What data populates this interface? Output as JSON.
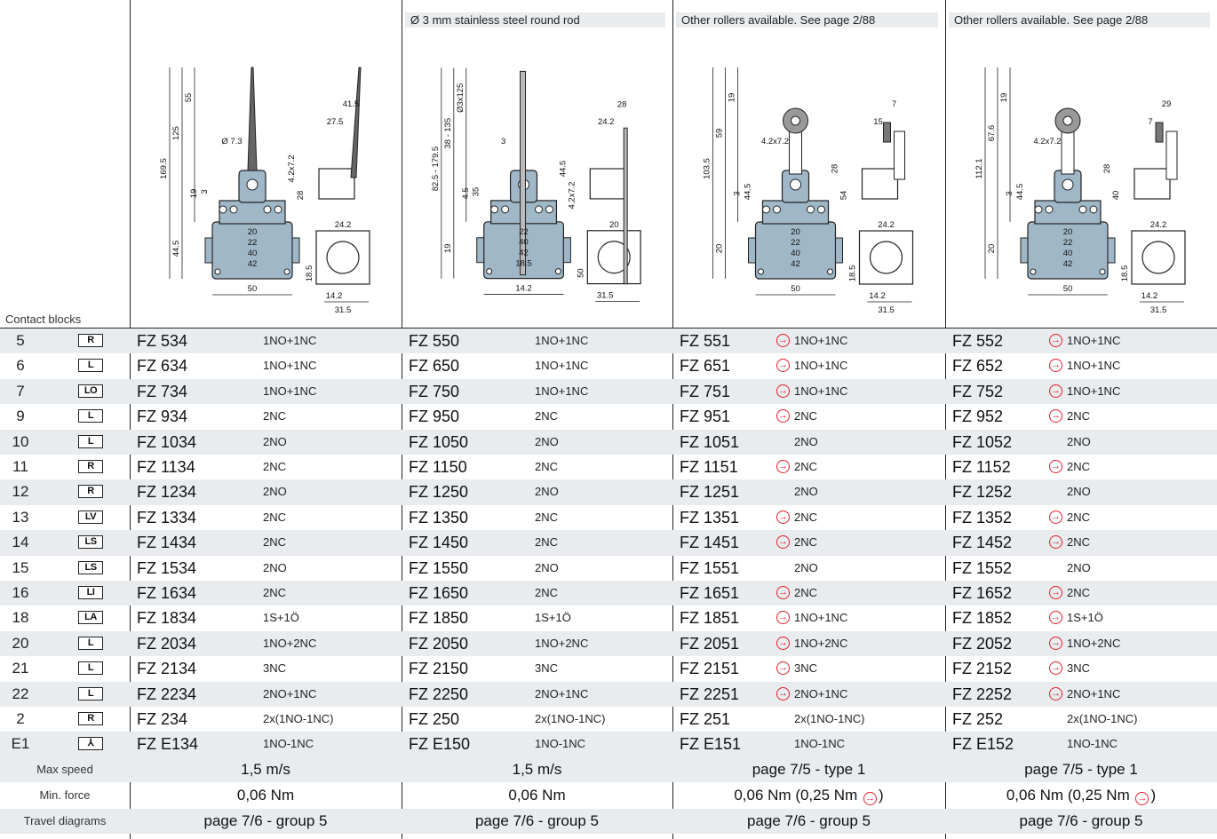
{
  "header": {
    "contact_blocks_label": "Contact blocks",
    "notes": [
      "",
      "Ø 3 mm stainless steel round rod",
      "Other rollers available. See page 2/88",
      "Other rollers available. See page 2/88"
    ]
  },
  "drawings": [
    {
      "name": "spring-rod-actuator",
      "dims": [
        "169.5",
        "125",
        "55",
        "19",
        "3",
        "44.5",
        "Ø 7.3",
        "4.2x7.2",
        "28",
        "41.5",
        "27.5",
        "24.2",
        "20",
        "22",
        "40",
        "42",
        "18.5",
        "50",
        "14.2",
        "31.5"
      ]
    },
    {
      "name": "round-rod-lever",
      "dims": [
        "82.5 - 179.5",
        "38 - 135",
        "Ø3x125",
        "4.5",
        "35",
        "19",
        "3",
        "44.5",
        "4.2x7.2",
        "28",
        "24.2",
        "20",
        "22",
        "40",
        "42",
        "18.5",
        "50",
        "14.2",
        "31.5"
      ]
    },
    {
      "name": "roller-lever-adjustable",
      "dims": [
        "103.5",
        "59",
        "19",
        "3",
        "44.5",
        "20",
        "4.2x7.2",
        "28",
        "54",
        "7",
        "15",
        "24.2",
        "20",
        "22",
        "40",
        "42",
        "18.5",
        "50",
        "14.2",
        "31.5"
      ]
    },
    {
      "name": "roller-lever-long",
      "dims": [
        "112.1",
        "67.6",
        "19",
        "3",
        "44.5",
        "20",
        "4.2x7.2",
        "28",
        "40",
        "29",
        "7",
        "24.2",
        "20",
        "22",
        "40",
        "42",
        "18.5",
        "50",
        "14.2",
        "31.5"
      ]
    }
  ],
  "table": {
    "rows": [
      {
        "cb": "5",
        "badge": "R",
        "cells": [
          {
            "code": "FZ 534",
            "contact": "1NO+1NC",
            "arrow": false
          },
          {
            "code": "FZ 550",
            "contact": "1NO+1NC",
            "arrow": false
          },
          {
            "code": "FZ 551",
            "contact": "1NO+1NC",
            "arrow": true
          },
          {
            "code": "FZ 552",
            "contact": "1NO+1NC",
            "arrow": true
          }
        ]
      },
      {
        "cb": "6",
        "badge": "L",
        "cells": [
          {
            "code": "FZ 634",
            "contact": "1NO+1NC",
            "arrow": false
          },
          {
            "code": "FZ 650",
            "contact": "1NO+1NC",
            "arrow": false
          },
          {
            "code": "FZ 651",
            "contact": "1NO+1NC",
            "arrow": true
          },
          {
            "code": "FZ 652",
            "contact": "1NO+1NC",
            "arrow": true
          }
        ]
      },
      {
        "cb": "7",
        "badge": "LO",
        "cells": [
          {
            "code": "FZ 734",
            "contact": "1NO+1NC",
            "arrow": false
          },
          {
            "code": "FZ 750",
            "contact": "1NO+1NC",
            "arrow": false
          },
          {
            "code": "FZ 751",
            "contact": "1NO+1NC",
            "arrow": true
          },
          {
            "code": "FZ 752",
            "contact": "1NO+1NC",
            "arrow": true
          }
        ]
      },
      {
        "cb": "9",
        "badge": "L",
        "cells": [
          {
            "code": "FZ 934",
            "contact": "2NC",
            "arrow": false
          },
          {
            "code": "FZ 950",
            "contact": "2NC",
            "arrow": false
          },
          {
            "code": "FZ 951",
            "contact": "2NC",
            "arrow": true
          },
          {
            "code": "FZ 952",
            "contact": "2NC",
            "arrow": true
          }
        ]
      },
      {
        "cb": "10",
        "badge": "L",
        "cells": [
          {
            "code": "FZ 1034",
            "contact": "2NO",
            "arrow": false
          },
          {
            "code": "FZ 1050",
            "contact": "2NO",
            "arrow": false
          },
          {
            "code": "FZ 1051",
            "contact": "2NO",
            "arrow": false
          },
          {
            "code": "FZ 1052",
            "contact": "2NO",
            "arrow": false
          }
        ]
      },
      {
        "cb": "11",
        "badge": "R",
        "cells": [
          {
            "code": "FZ 1134",
            "contact": "2NC",
            "arrow": false
          },
          {
            "code": "FZ 1150",
            "contact": "2NC",
            "arrow": false
          },
          {
            "code": "FZ 1151",
            "contact": "2NC",
            "arrow": true
          },
          {
            "code": "FZ 1152",
            "contact": "2NC",
            "arrow": true
          }
        ]
      },
      {
        "cb": "12",
        "badge": "R",
        "cells": [
          {
            "code": "FZ 1234",
            "contact": "2NO",
            "arrow": false
          },
          {
            "code": "FZ 1250",
            "contact": "2NO",
            "arrow": false
          },
          {
            "code": "FZ 1251",
            "contact": "2NO",
            "arrow": false
          },
          {
            "code": "FZ 1252",
            "contact": "2NO",
            "arrow": false
          }
        ]
      },
      {
        "cb": "13",
        "badge": "LV",
        "cells": [
          {
            "code": "FZ 1334",
            "contact": "2NC",
            "arrow": false
          },
          {
            "code": "FZ 1350",
            "contact": "2NC",
            "arrow": false
          },
          {
            "code": "FZ 1351",
            "contact": "2NC",
            "arrow": true
          },
          {
            "code": "FZ 1352",
            "contact": "2NC",
            "arrow": true
          }
        ]
      },
      {
        "cb": "14",
        "badge": "LS",
        "cells": [
          {
            "code": "FZ 1434",
            "contact": "2NC",
            "arrow": false
          },
          {
            "code": "FZ 1450",
            "contact": "2NC",
            "arrow": false
          },
          {
            "code": "FZ 1451",
            "contact": "2NC",
            "arrow": true
          },
          {
            "code": "FZ 1452",
            "contact": "2NC",
            "arrow": true
          }
        ]
      },
      {
        "cb": "15",
        "badge": "LS",
        "cells": [
          {
            "code": "FZ 1534",
            "contact": "2NO",
            "arrow": false
          },
          {
            "code": "FZ 1550",
            "contact": "2NO",
            "arrow": false
          },
          {
            "code": "FZ 1551",
            "contact": "2NO",
            "arrow": false
          },
          {
            "code": "FZ 1552",
            "contact": "2NO",
            "arrow": false
          }
        ]
      },
      {
        "cb": "16",
        "badge": "LI",
        "cells": [
          {
            "code": "FZ 1634",
            "contact": "2NC",
            "arrow": false
          },
          {
            "code": "FZ 1650",
            "contact": "2NC",
            "arrow": false
          },
          {
            "code": "FZ 1651",
            "contact": "2NC",
            "arrow": true
          },
          {
            "code": "FZ 1652",
            "contact": "2NC",
            "arrow": true
          }
        ]
      },
      {
        "cb": "18",
        "badge": "LA",
        "cells": [
          {
            "code": "FZ 1834",
            "contact": "1S+1Ö",
            "arrow": false
          },
          {
            "code": "FZ 1850",
            "contact": "1S+1Ö",
            "arrow": false
          },
          {
            "code": "FZ 1851",
            "contact": "1NO+1NC",
            "arrow": true
          },
          {
            "code": "FZ 1852",
            "contact": "1S+1Ö",
            "arrow": true
          }
        ]
      },
      {
        "cb": "20",
        "badge": "L",
        "cells": [
          {
            "code": "FZ 2034",
            "contact": "1NO+2NC",
            "arrow": false
          },
          {
            "code": "FZ 2050",
            "contact": "1NO+2NC",
            "arrow": false
          },
          {
            "code": "FZ 2051",
            "contact": "1NO+2NC",
            "arrow": true
          },
          {
            "code": "FZ 2052",
            "contact": "1NO+2NC",
            "arrow": true
          }
        ]
      },
      {
        "cb": "21",
        "badge": "L",
        "cells": [
          {
            "code": "FZ 2134",
            "contact": "3NC",
            "arrow": false
          },
          {
            "code": "FZ 2150",
            "contact": "3NC",
            "arrow": false
          },
          {
            "code": "FZ 2151",
            "contact": "3NC",
            "arrow": true
          },
          {
            "code": "FZ 2152",
            "contact": "3NC",
            "arrow": true
          }
        ]
      },
      {
        "cb": "22",
        "badge": "L",
        "cells": [
          {
            "code": "FZ 2234",
            "contact": "2NO+1NC",
            "arrow": false
          },
          {
            "code": "FZ 2250",
            "contact": "2NO+1NC",
            "arrow": false
          },
          {
            "code": "FZ 2251",
            "contact": "2NO+1NC",
            "arrow": true
          },
          {
            "code": "FZ 2252",
            "contact": "2NO+1NC",
            "arrow": true
          }
        ]
      },
      {
        "cb": "2",
        "badge": "R",
        "cells": [
          {
            "code": "FZ 234",
            "contact": "2x(1NO-1NC)",
            "arrow": false
          },
          {
            "code": "FZ 250",
            "contact": "2x(1NO-1NC)",
            "arrow": false
          },
          {
            "code": "FZ 251",
            "contact": "2x(1NO-1NC)",
            "arrow": false
          },
          {
            "code": "FZ 252",
            "contact": "2x(1NO-1NC)",
            "arrow": false
          }
        ]
      },
      {
        "cb": "E1",
        "badge": "⅄",
        "cells": [
          {
            "code": "FZ E134",
            "contact": "1NO-1NC",
            "arrow": false
          },
          {
            "code": "FZ E150",
            "contact": "1NO-1NC",
            "arrow": false
          },
          {
            "code": "FZ E151",
            "contact": "1NO-1NC",
            "arrow": false
          },
          {
            "code": "FZ E152",
            "contact": "1NO-1NC",
            "arrow": false
          }
        ]
      }
    ],
    "specs": [
      {
        "label": "Max speed",
        "values": [
          {
            "text": "1,5 m/s"
          },
          {
            "text": "1,5 m/s"
          },
          {
            "text": "page 7/5 - type 1"
          },
          {
            "text": "page 7/5 - type 1"
          }
        ]
      },
      {
        "label": "Min. force",
        "values": [
          {
            "text": "0,06 Nm"
          },
          {
            "text": "0,06 Nm"
          },
          {
            "text": "0,06 Nm (0,25 Nm",
            "suffix": ")"
          },
          {
            "text": "0,06 Nm (0,25 Nm",
            "suffix": ")"
          }
        ]
      },
      {
        "label": "Travel diagrams",
        "values": [
          {
            "text": "page 7/6 - group 5"
          },
          {
            "text": "page 7/6 - group 5"
          },
          {
            "text": "page 7/6 - group 5"
          },
          {
            "text": "page 7/6 - group 5"
          }
        ]
      }
    ]
  },
  "colors": {
    "switch_body": "#9fb7c7",
    "shade": "#e9ecef",
    "arrow": "#e0202a",
    "line": "#222222"
  }
}
